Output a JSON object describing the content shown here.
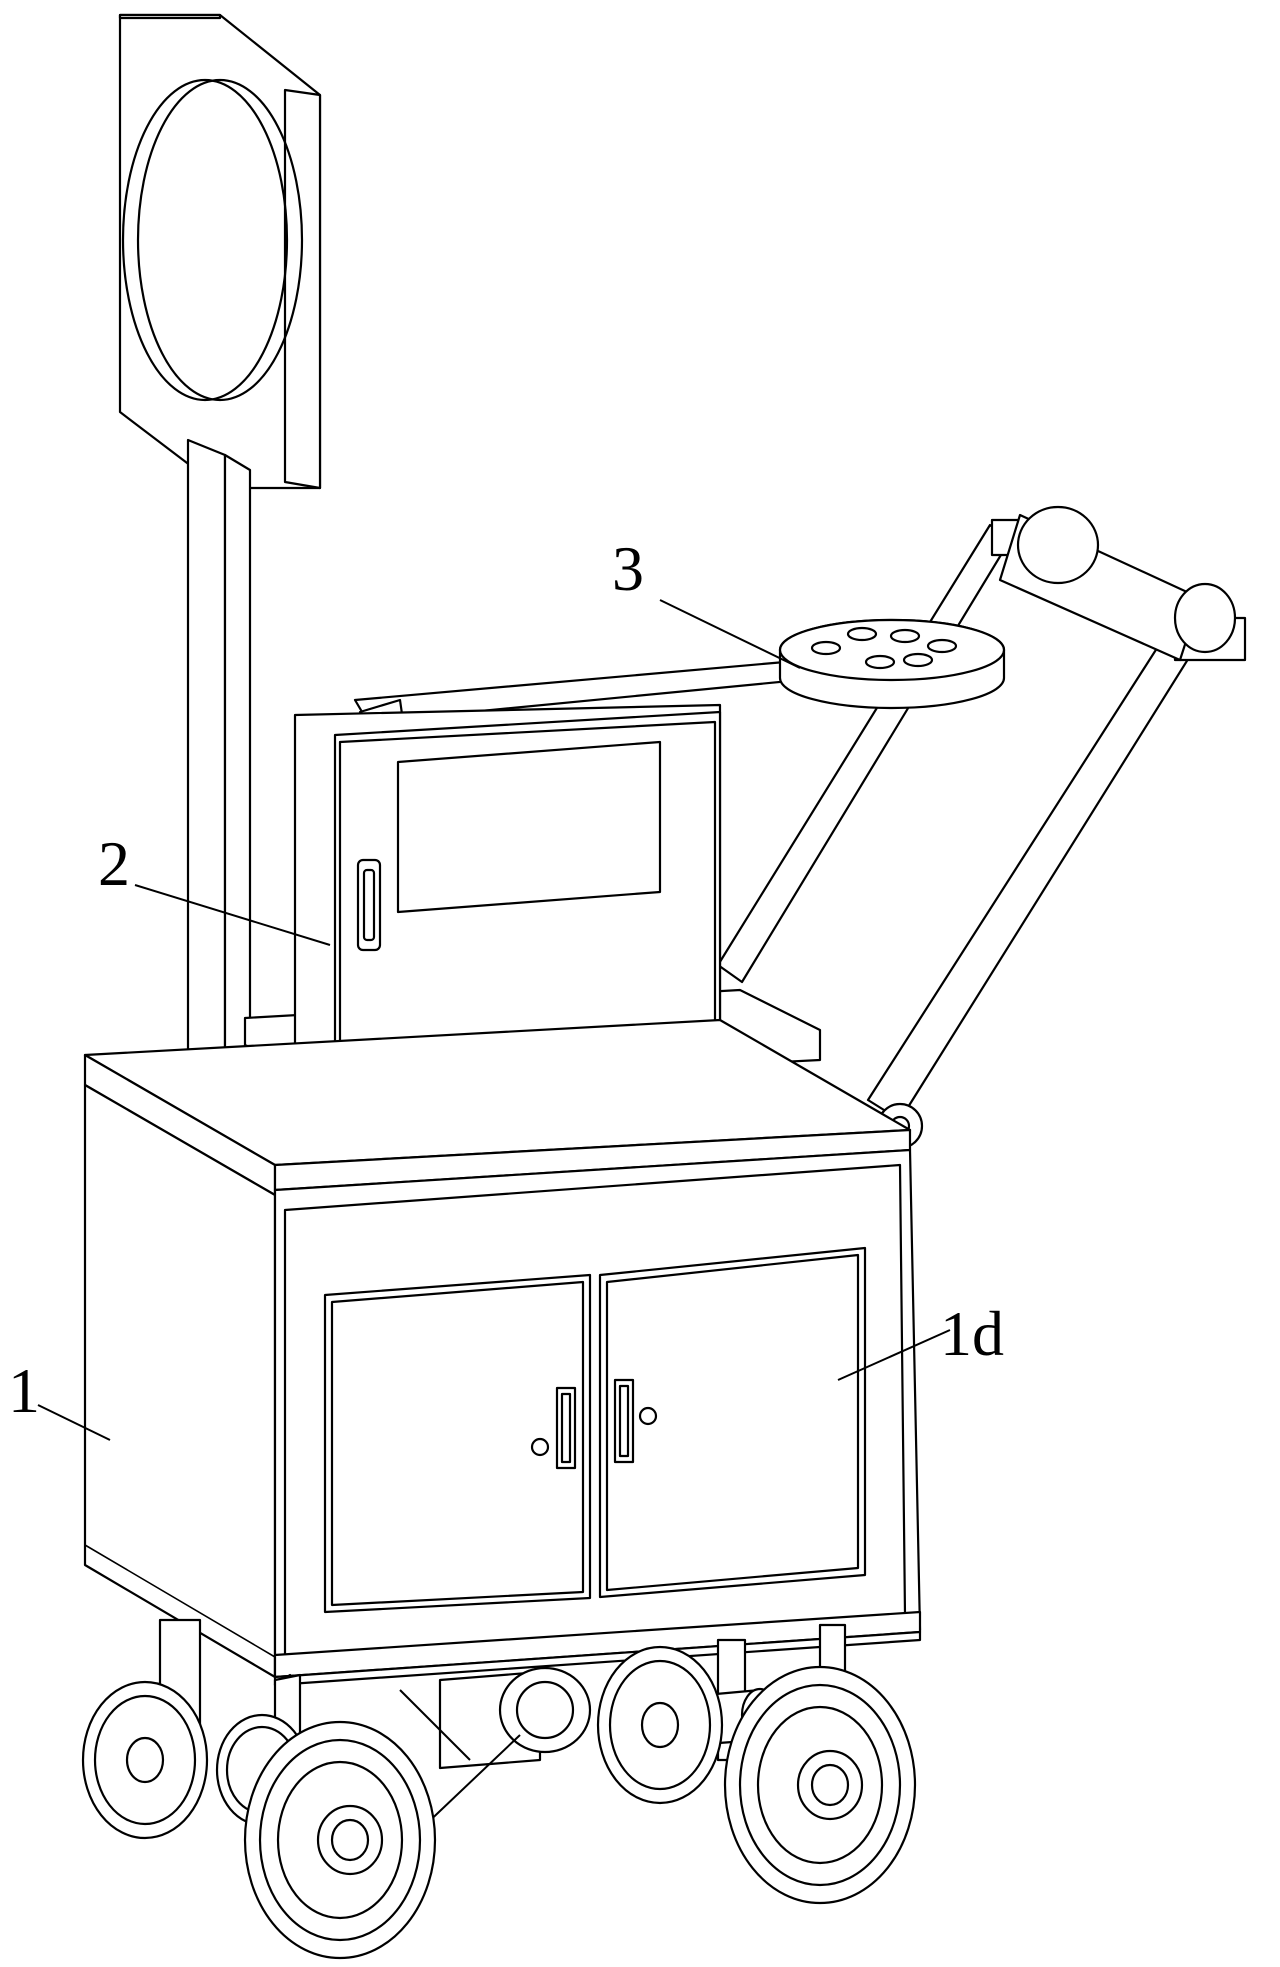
{
  "figure": {
    "labels": [
      {
        "id": "cabinet",
        "text": "1"
      },
      {
        "id": "control-box",
        "text": "2"
      },
      {
        "id": "lamp",
        "text": "3"
      },
      {
        "id": "cabinet-door",
        "text": "1d"
      }
    ]
  }
}
